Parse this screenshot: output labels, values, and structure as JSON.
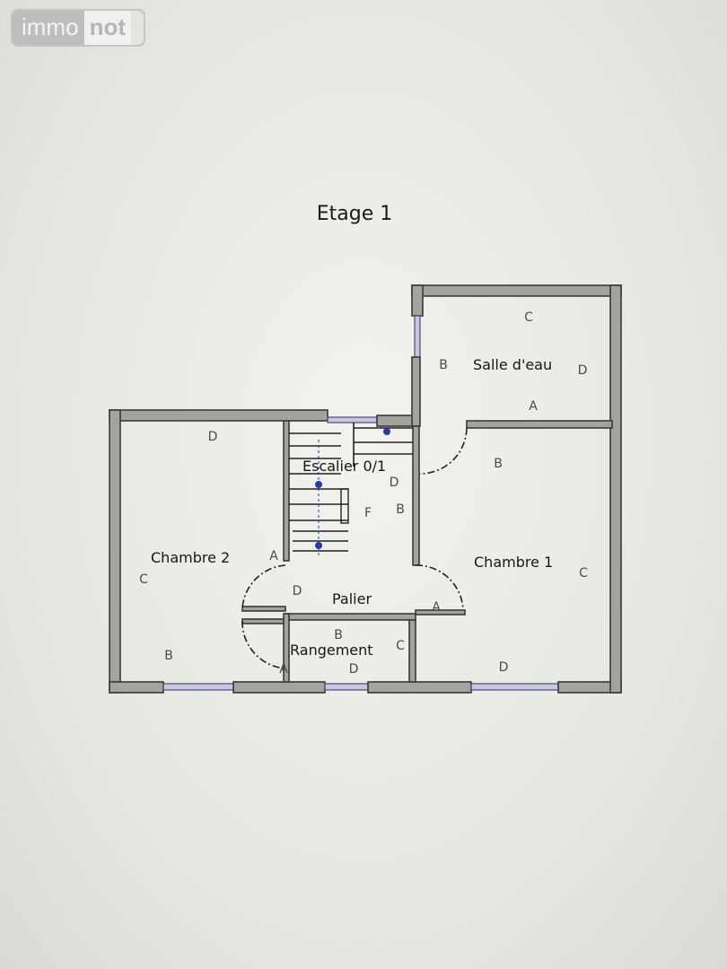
{
  "logo": {
    "part1": "immo",
    "part2": "not"
  },
  "title": "Etage 1",
  "rooms": {
    "salle_deau": "Salle d'eau",
    "chambre2": "Chambre 2",
    "escalier": "Escalier 0/1",
    "chambre1": "Chambre 1",
    "palier": "Palier",
    "rangement": "Rangement"
  },
  "marks": {
    "sde": [
      "C",
      "B",
      "D",
      "A"
    ],
    "ch2": [
      "D",
      "C",
      "B",
      "A"
    ],
    "esc": [
      "D",
      "B",
      "F"
    ],
    "ch1": [
      "B",
      "C",
      "D",
      "A"
    ],
    "pal": [
      "D"
    ],
    "rang": [
      "B",
      "C",
      "D",
      "A"
    ]
  },
  "colors": {
    "wall": "#a3a3a0",
    "window": "#4a4a78",
    "stair_marker": "#2a3aa8"
  }
}
